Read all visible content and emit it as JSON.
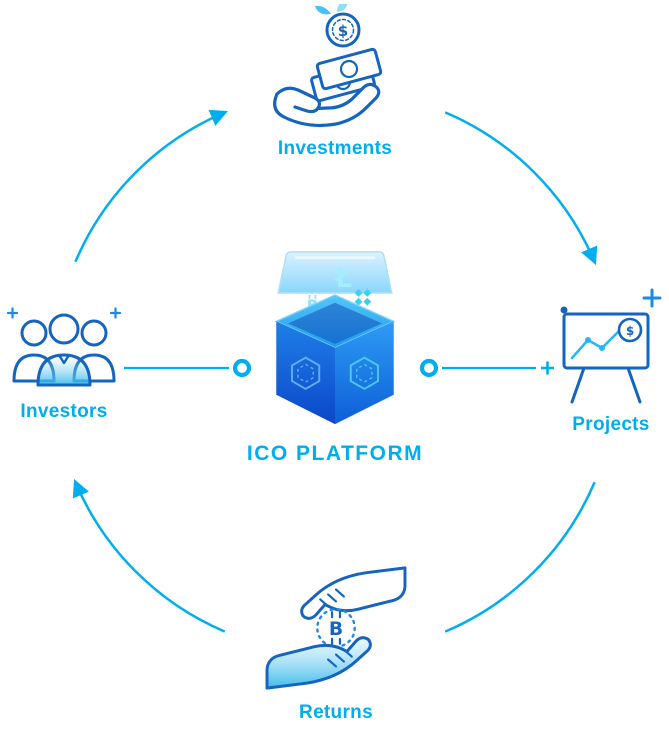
{
  "diagram": {
    "type": "cycle-diagram",
    "title": "ICO PLATFORM",
    "nodes": {
      "top": {
        "label": "Investments",
        "icon": "hand-with-money-icon"
      },
      "right": {
        "label": "Projects",
        "icon": "presentation-chart-icon"
      },
      "bottom": {
        "label": "Returns",
        "icon": "handshake-bitcoin-icon"
      },
      "left": {
        "label": "Investors",
        "icon": "people-group-icon"
      }
    },
    "center": {
      "label": "ICO PLATFORM",
      "icon": "crypto-cube-icon",
      "crypto_symbols": [
        "litecoin",
        "bitcoin",
        "ethereum"
      ]
    },
    "flow_order": [
      "Investors",
      "Investments",
      "Projects",
      "Returns"
    ],
    "colors": {
      "accent": "#00AEEF",
      "arc": "#00AEEF",
      "icon_stroke": "#1565C0",
      "icon_accent": "#29B6F6",
      "cube_light": "#53C7F7",
      "cube_dark": "#0C47C9"
    }
  }
}
